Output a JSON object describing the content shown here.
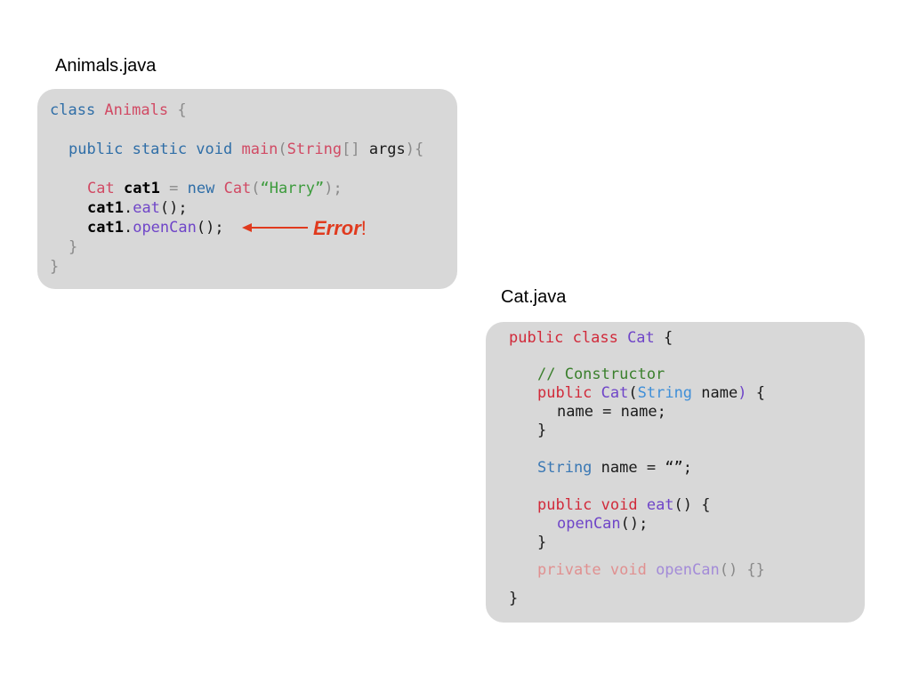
{
  "files": {
    "animals": {
      "filename": "Animals.java",
      "lines": [
        [
          {
            "t": "class ",
            "c": "kw_blue"
          },
          {
            "t": "Animals",
            "c": "type_pink"
          },
          {
            "t": " {",
            "c": "gray"
          }
        ],
        [],
        [
          {
            "t": "public static void ",
            "c": "kw_blue"
          },
          {
            "t": "main",
            "c": "type_pink"
          },
          {
            "t": "(",
            "c": "gray"
          },
          {
            "t": "String",
            "c": "type_pink"
          },
          {
            "t": "[] ",
            "c": "gray"
          },
          {
            "t": "args",
            "c": "black"
          },
          {
            "t": "){",
            "c": "gray"
          }
        ],
        [],
        [
          {
            "t": "Cat ",
            "c": "type_pink"
          },
          {
            "t": "cat1",
            "c": "black_bold"
          },
          {
            "t": " = ",
            "c": "gray"
          },
          {
            "t": "new ",
            "c": "kw_blue"
          },
          {
            "t": "Cat",
            "c": "type_pink"
          },
          {
            "t": "(",
            "c": "gray"
          },
          {
            "t": "“Harry”",
            "c": "string_green"
          },
          {
            "t": ");",
            "c": "gray"
          }
        ],
        [
          {
            "t": "cat1",
            "c": "black_bold"
          },
          {
            "t": ".",
            "c": "black"
          },
          {
            "t": "eat",
            "c": "method_purple"
          },
          {
            "t": "();",
            "c": "black"
          }
        ],
        [
          {
            "t": "cat1",
            "c": "black_bold"
          },
          {
            "t": ".",
            "c": "black"
          },
          {
            "t": "openCan",
            "c": "method_purple"
          },
          {
            "t": "();",
            "c": "black"
          }
        ],
        [
          {
            "t": "}",
            "c": "gray"
          }
        ],
        [
          {
            "t": "}",
            "c": "gray"
          }
        ]
      ]
    },
    "cat": {
      "filename": "Cat.java",
      "lines": [
        [
          {
            "t": "public class ",
            "c": "kw_red"
          },
          {
            "t": "Cat",
            "c": "method_purple"
          },
          {
            "t": " {",
            "c": "black"
          }
        ],
        [],
        [
          {
            "t": "// Constructor",
            "c": "comment_green"
          }
        ],
        [
          {
            "t": "public ",
            "c": "kw_red"
          },
          {
            "t": "Cat",
            "c": "method_purple"
          },
          {
            "t": "(",
            "c": "black"
          },
          {
            "t": "String",
            "c": "type_lightblue"
          },
          {
            "t": " name",
            "c": "black"
          },
          {
            "t": ")",
            "c": "method_purple"
          },
          {
            "t": " {",
            "c": "black"
          }
        ],
        [
          {
            "t": "name = name;",
            "c": "black"
          }
        ],
        [
          {
            "t": "}",
            "c": "black"
          }
        ],
        [],
        [
          {
            "t": "String",
            "c": "type_steel"
          },
          {
            "t": " name = ",
            "c": "black"
          },
          {
            "t": "“”",
            "c": "black"
          },
          {
            "t": ";",
            "c": "black"
          }
        ],
        [],
        [
          {
            "t": "public void ",
            "c": "kw_red"
          },
          {
            "t": "eat",
            "c": "method_purple"
          },
          {
            "t": "() {",
            "c": "black"
          }
        ],
        [
          {
            "t": "openCan",
            "c": "method_purple"
          },
          {
            "t": "();",
            "c": "black"
          }
        ],
        [
          {
            "t": "}",
            "c": "black"
          }
        ],
        [],
        [
          {
            "t": "private void ",
            "c": "kw_faded_red"
          },
          {
            "t": "openCan",
            "c": "method_faded"
          },
          {
            "t": "() {}",
            "c": "gray"
          }
        ],
        [],
        [
          {
            "t": "}",
            "c": "black"
          }
        ]
      ]
    }
  },
  "error": {
    "word": "Error",
    "punct": "!"
  },
  "colors": {
    "kw_blue": "#2f6ea7",
    "type_pink": "#d14a64",
    "gray": "#8a8a8a",
    "black": "#1a1a1a",
    "black_bold": "#000000",
    "string_green": "#3c9b3c",
    "method_purple": "#6f45c8",
    "kw_red": "#d12a3a",
    "comment_green": "#3a7f2c",
    "type_lightblue": "#3f8fd8",
    "type_steel": "#3a78b4",
    "kw_faded_red": "#e09090",
    "method_faded": "#a38bd8",
    "error_red": "#e03a1e"
  }
}
